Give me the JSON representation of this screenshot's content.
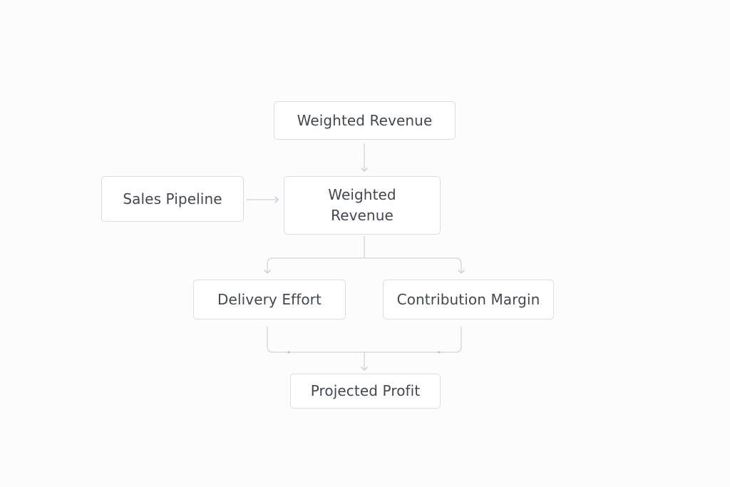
{
  "diagram": {
    "nodes": {
      "top_revenue": "Weighted Revenue",
      "sales_pipeline": "Sales Pipeline",
      "weighted_revenue": "Weighted Revenue",
      "delivery_effort": "Delivery Effort",
      "contribution_margin": "Contribution Margin",
      "projected_profit": "Projected Profit"
    },
    "edges": [
      {
        "from": "top_revenue",
        "to": "weighted_revenue"
      },
      {
        "from": "sales_pipeline",
        "to": "weighted_revenue"
      },
      {
        "from": "weighted_revenue",
        "to": "delivery_effort"
      },
      {
        "from": "weighted_revenue",
        "to": "contribution_margin"
      },
      {
        "from": "delivery_effort",
        "to": "projected_profit"
      },
      {
        "from": "contribution_margin",
        "to": "projected_profit"
      }
    ],
    "colors": {
      "background": "#fcfcfd",
      "node_border": "#dcdce2",
      "text": "#45474f",
      "connector": "#d2d3dc"
    }
  }
}
